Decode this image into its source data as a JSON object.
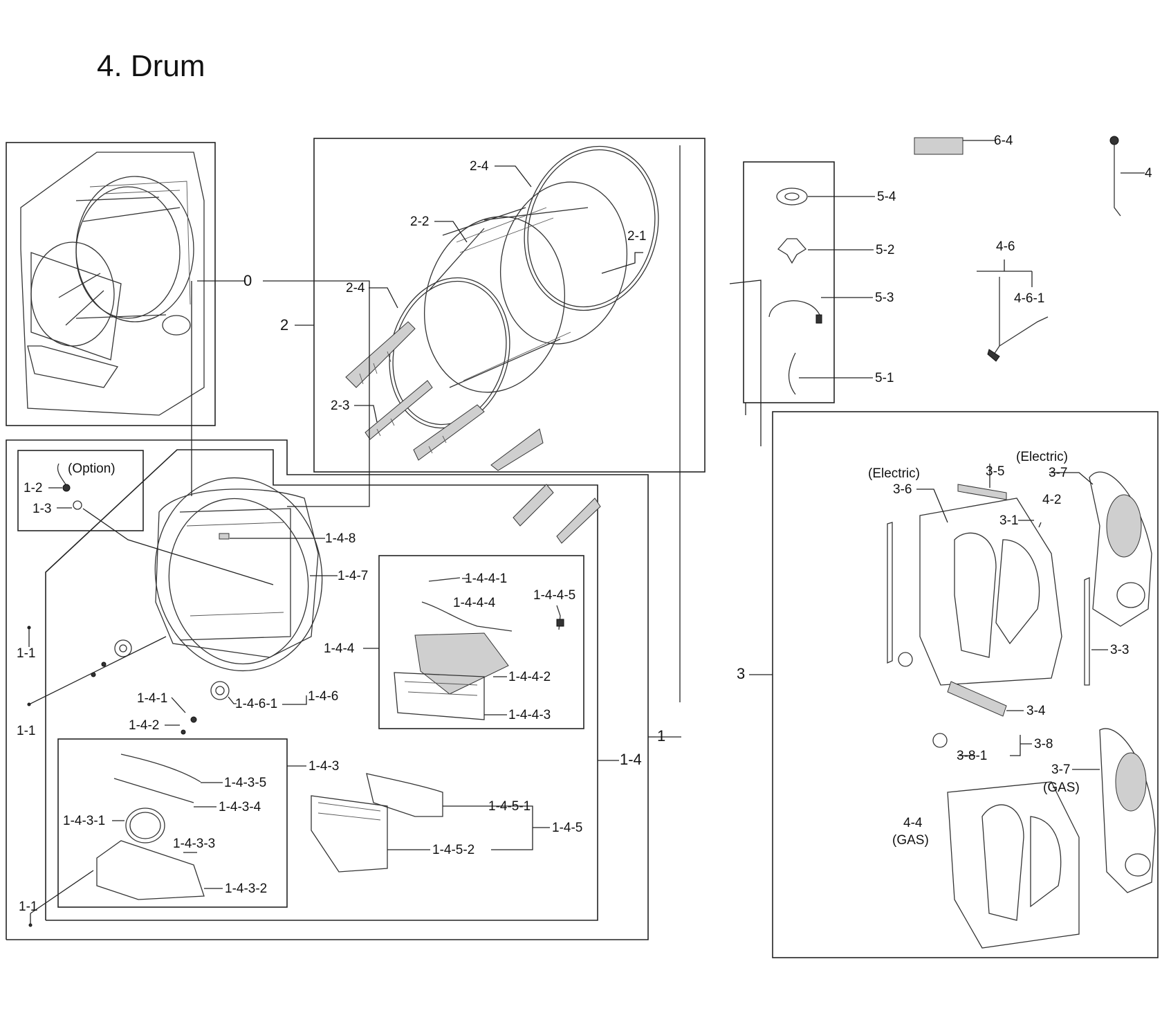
{
  "title": "4. Drum",
  "labels": {
    "l_0": "0",
    "l_1": "1",
    "l_1_1a": "1-1",
    "l_1_1b": "1-1",
    "l_1_1c": "1-1",
    "l_1_2": "1-2",
    "l_1_3": "1-3",
    "option": "(Option)",
    "l_1_4": "1-4",
    "l_1_4_1": "1-4-1",
    "l_1_4_2": "1-4-2",
    "l_1_4_3": "1-4-3",
    "l_1_4_3_1": "1-4-3-1",
    "l_1_4_3_2": "1-4-3-2",
    "l_1_4_3_3": "1-4-3-3",
    "l_1_4_3_4": "1-4-3-4",
    "l_1_4_3_5": "1-4-3-5",
    "l_1_4_4": "1-4-4",
    "l_1_4_4_1": "1-4-4-1",
    "l_1_4_4_2": "1-4-4-2",
    "l_1_4_4_3": "1-4-4-3",
    "l_1_4_4_4": "1-4-4-4",
    "l_1_4_4_5": "1-4-4-5",
    "l_1_4_5": "1-4-5",
    "l_1_4_5_1": "1-4-5-1",
    "l_1_4_5_2": "1-4-5-2",
    "l_1_4_6": "1-4-6",
    "l_1_4_6_1": "1-4-6-1",
    "l_1_4_7": "1-4-7",
    "l_1_4_8": "1-4-8",
    "l_2": "2",
    "l_2_1": "2-1",
    "l_2_2": "2-2",
    "l_2_3": "2-3",
    "l_2_4a": "2-4",
    "l_2_4b": "2-4",
    "l_3": "3",
    "l_3_1": "3-1",
    "l_3_3": "3-3",
    "l_3_4": "3-4",
    "l_3_5": "3-5",
    "l_3_6": "3-6",
    "l_3_7a": "3-7",
    "l_3_7b": "3-7",
    "gas_a": "(GAS)",
    "l_3_8": "3-8",
    "l_3_8_1": "3-8-1",
    "electric_a": "(Electric)",
    "electric_b": "(Electric)",
    "l_4": "4",
    "l_4_2": "4-2",
    "l_4_4": "4-4",
    "gas_b": "(GAS)",
    "l_4_6": "4-6",
    "l_4_6_1": "4-6-1",
    "l_5_1": "5-1",
    "l_5_2": "5-2",
    "l_5_3": "5-3",
    "l_5_4": "5-4",
    "l_6_4": "6-4"
  }
}
